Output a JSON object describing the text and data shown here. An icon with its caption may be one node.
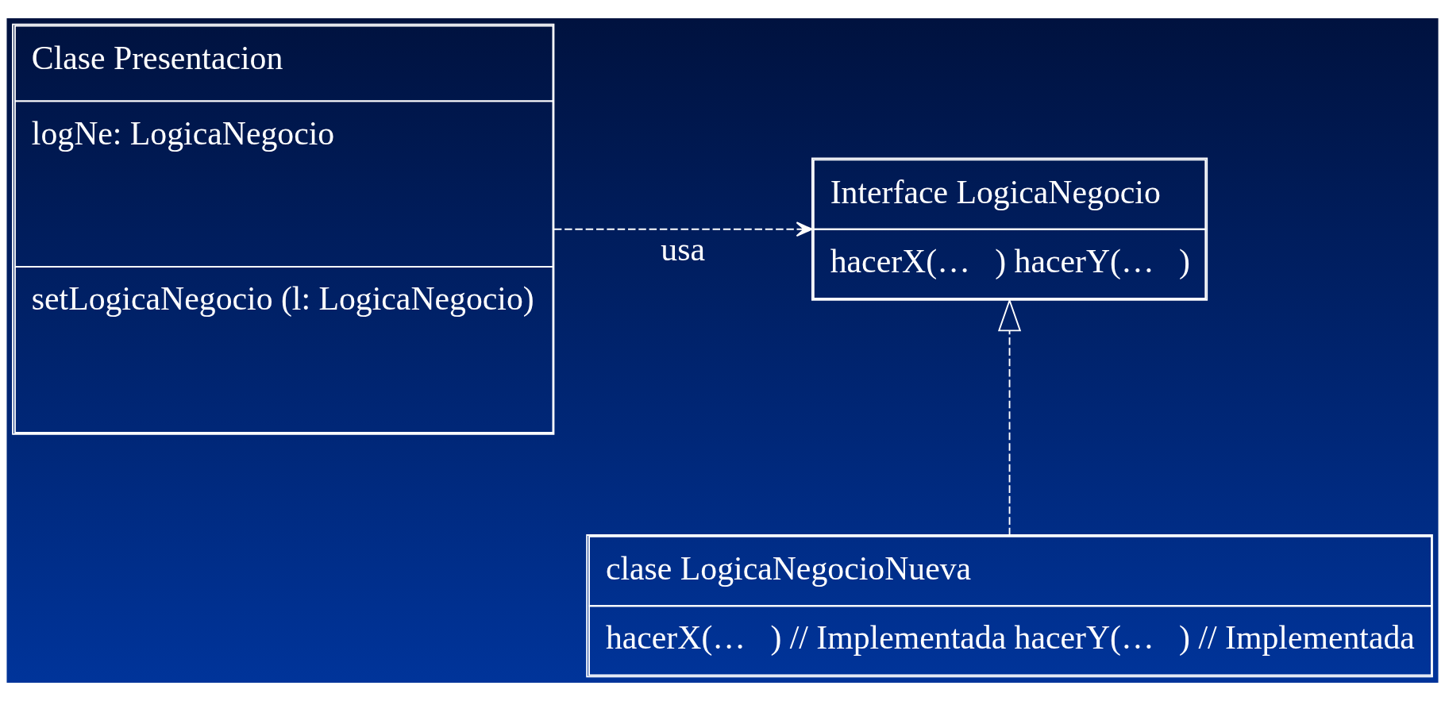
{
  "diagram": {
    "nodes": [
      {
        "text": [
          "Clase Presentacion",
          "logNe: LogicaNegocio",
          "setLogicaNegocio (l: LogicaNegocio)"
        ]
      },
      {
        "text": [
          "Interface LogicaNegocio",
          "hacerX(…   ) hacerY(…   )"
        ]
      },
      {
        "text": [
          "clase LogicaNegocioNueva",
          "hacerX(…   ) // Implementada hacerY(…   ) // Implementada"
        ]
      }
    ],
    "edges": [
      {
        "from": 0,
        "to": 1,
        "arrow": "to",
        "label": "usa",
        "style": "dashed"
      },
      {
        "from": 2,
        "to": 1,
        "arrow": "to",
        "style": "dashed"
      }
    ]
  }
}
